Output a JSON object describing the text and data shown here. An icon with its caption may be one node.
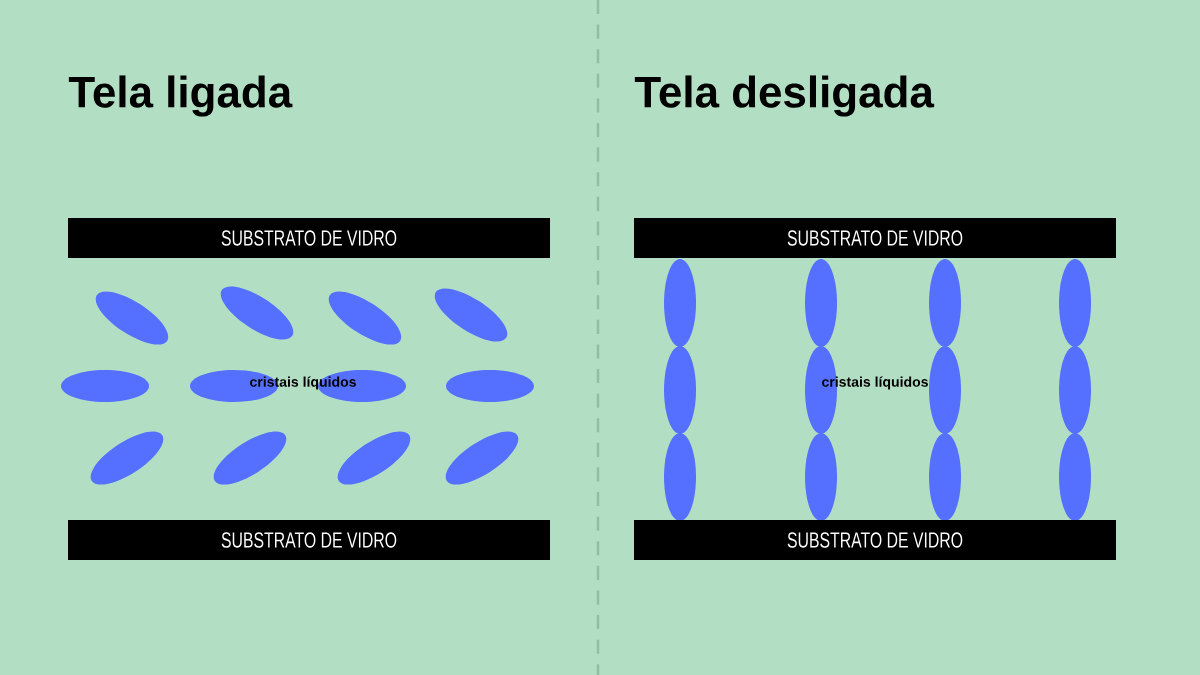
{
  "diagram": {
    "nodes": [
      {
        "text": [
          "SUBSTRATO DE VIDRO"
        ]
      },
      {
        "text": [
          "SUBSTRATO DE VIDRO"
        ]
      },
      {
        "text": [
          "SUBSTRATO DE VIDRO"
        ]
      },
      {
        "text": [
          "SUBSTRATO DE VIDRO"
        ]
      }
    ],
    "labels": [
      "Tela ligada",
      "Tela desligada",
      "cristais líquidos",
      "cristais líquidos"
    ]
  }
}
